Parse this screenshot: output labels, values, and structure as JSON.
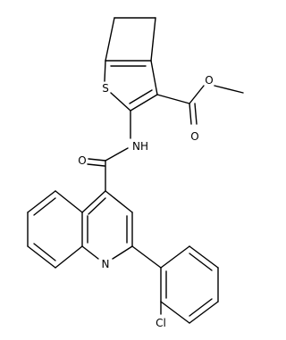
{
  "molecule": {
    "atom_labels": {
      "S": "S",
      "O_ether": "O",
      "O_ester": "O",
      "NH": "NH",
      "O_amide": "O",
      "N_ring": "N",
      "Cl": "Cl"
    },
    "colors": {
      "ink": "#000000",
      "background": "#ffffff"
    }
  }
}
